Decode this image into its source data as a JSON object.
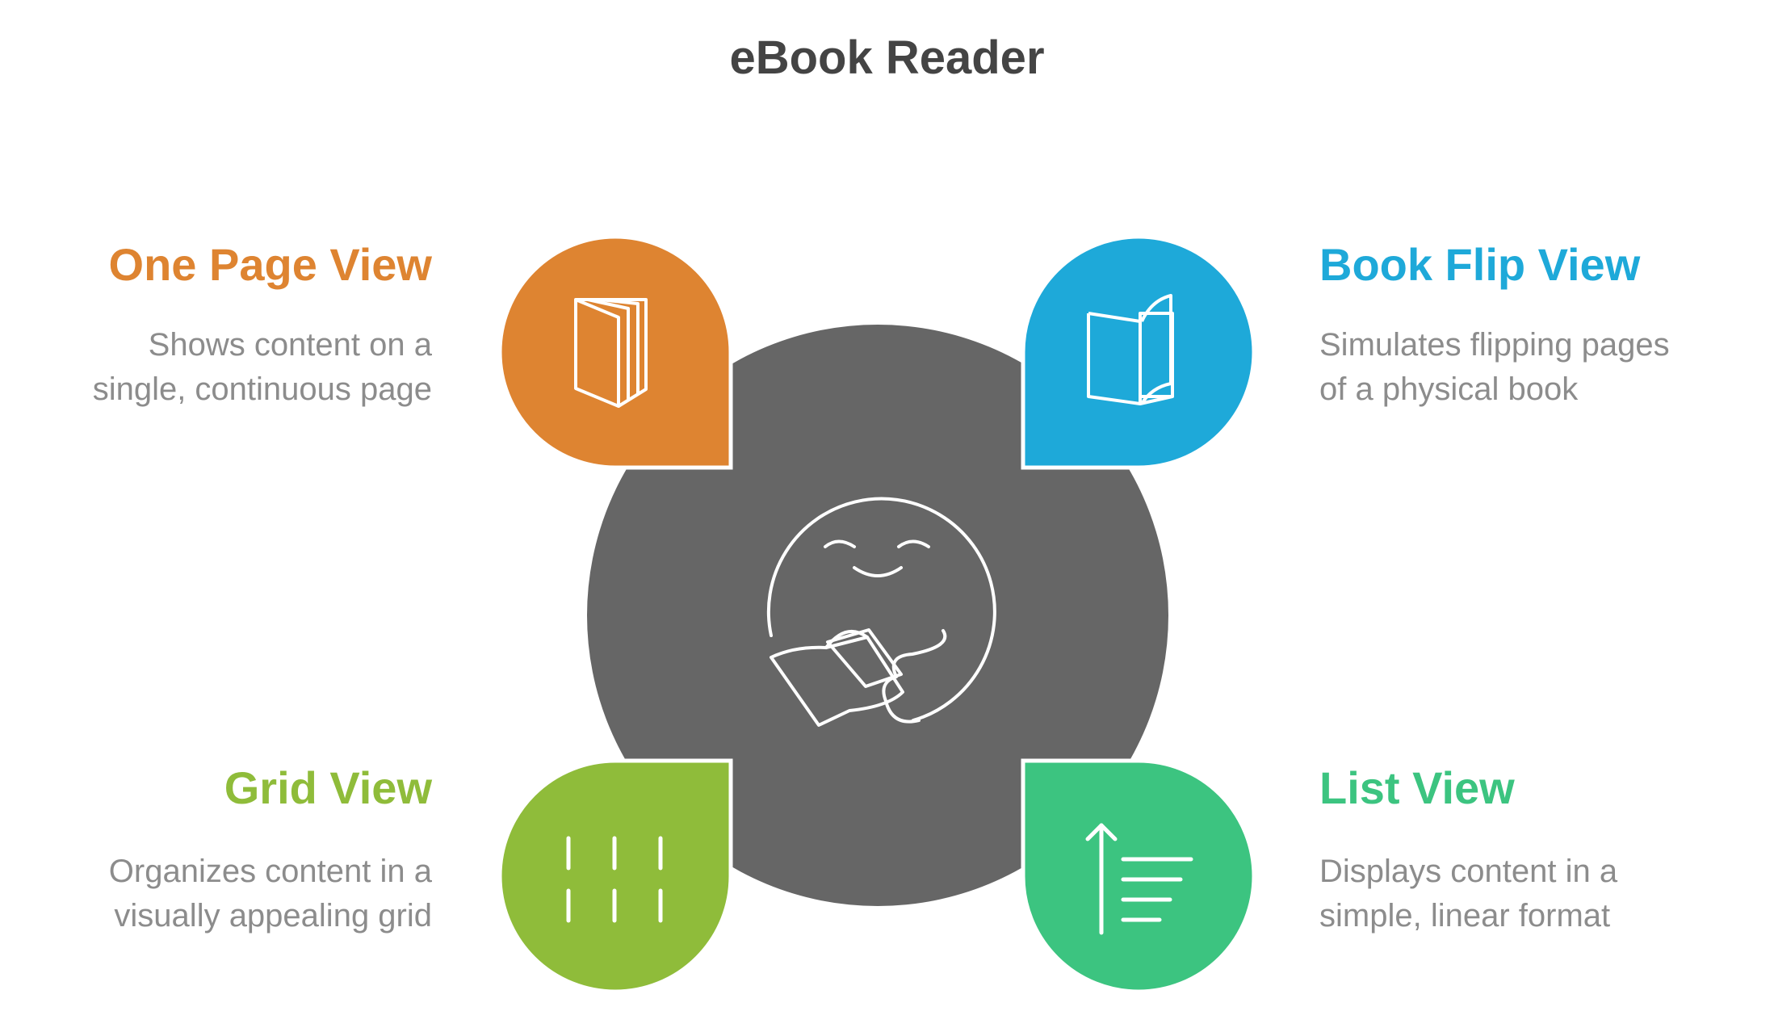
{
  "title": "eBook Reader",
  "colors": {
    "center": "#666666",
    "one_page": "#DE8431",
    "book_flip": "#1EA9D9",
    "grid": "#8FBC3A",
    "list": "#3CC480",
    "description": "#8C8C8C",
    "title": "#444444"
  },
  "center_icon": "reading-person-icon",
  "items": [
    {
      "key": "one_page",
      "heading": "One Page View",
      "description_lines": [
        "Shows content on a",
        "single, continuous page"
      ],
      "icon": "single-book-icon",
      "color": "#DE8431"
    },
    {
      "key": "book_flip",
      "heading": "Book Flip View",
      "description_lines": [
        "Simulates flipping pages",
        "of a physical book"
      ],
      "icon": "open-book-icon",
      "color": "#1EA9D9"
    },
    {
      "key": "grid",
      "heading": "Grid View",
      "description_lines": [
        "Organizes content in a",
        "visually appealing grid"
      ],
      "icon": "grid-icon",
      "color": "#8FBC3A"
    },
    {
      "key": "list",
      "heading": "List View",
      "description_lines": [
        "Displays content in a",
        "simple, linear format"
      ],
      "icon": "list-icon",
      "color": "#3CC480"
    }
  ]
}
